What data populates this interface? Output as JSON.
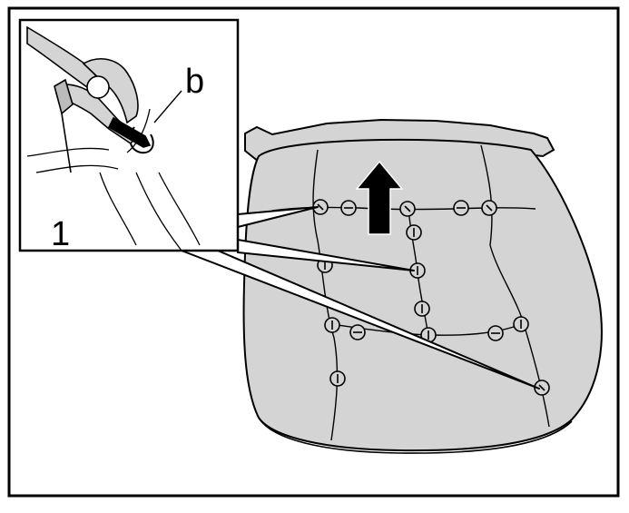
{
  "labels": {
    "callout_number": "1",
    "callout_letter": "b"
  },
  "colors": {
    "seat_fill": "#d4d4d4",
    "outline": "#000000",
    "background": "#ffffff",
    "arrow": "#000000"
  },
  "icons": {
    "hog_ring": "circle-with-slash",
    "pull_direction": "up-arrow",
    "tool": "side-cutter-pliers"
  }
}
